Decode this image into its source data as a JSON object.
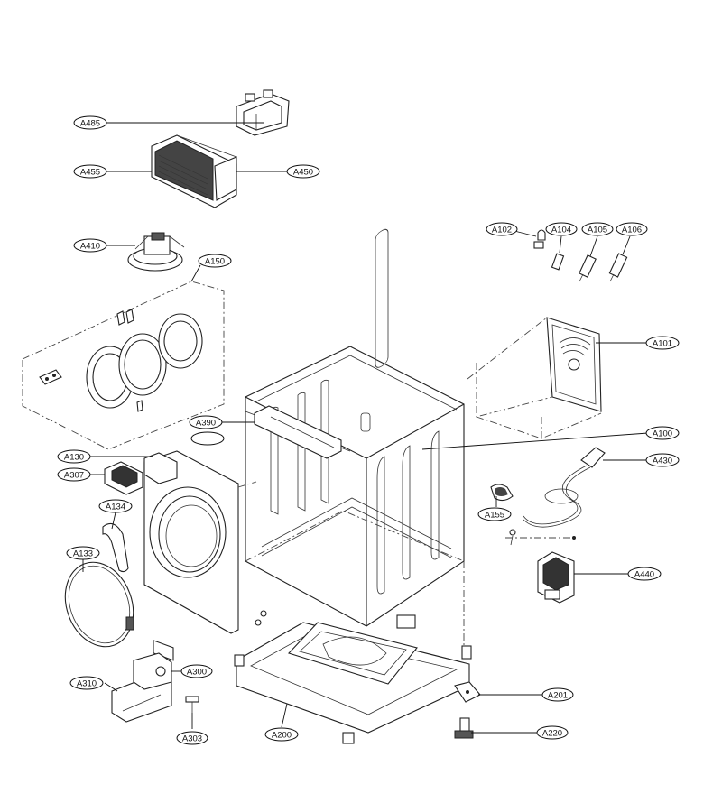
{
  "labels": {
    "a485": "A485",
    "a455": "A455",
    "a450": "A450",
    "a410": "A410",
    "a150": "A150",
    "a102": "A102",
    "a104": "A104",
    "a105": "A105",
    "a106": "A106",
    "a101": "A101",
    "a390": "A390",
    "a100": "A100",
    "a130": "A130",
    "a430": "A430",
    "a307": "A307",
    "a155": "A155",
    "a134": "A134",
    "a133": "A133",
    "a440": "A440",
    "a300": "A300",
    "a310": "A310",
    "a201": "A201",
    "a303": "A303",
    "a200": "A200",
    "a220": "A220"
  }
}
